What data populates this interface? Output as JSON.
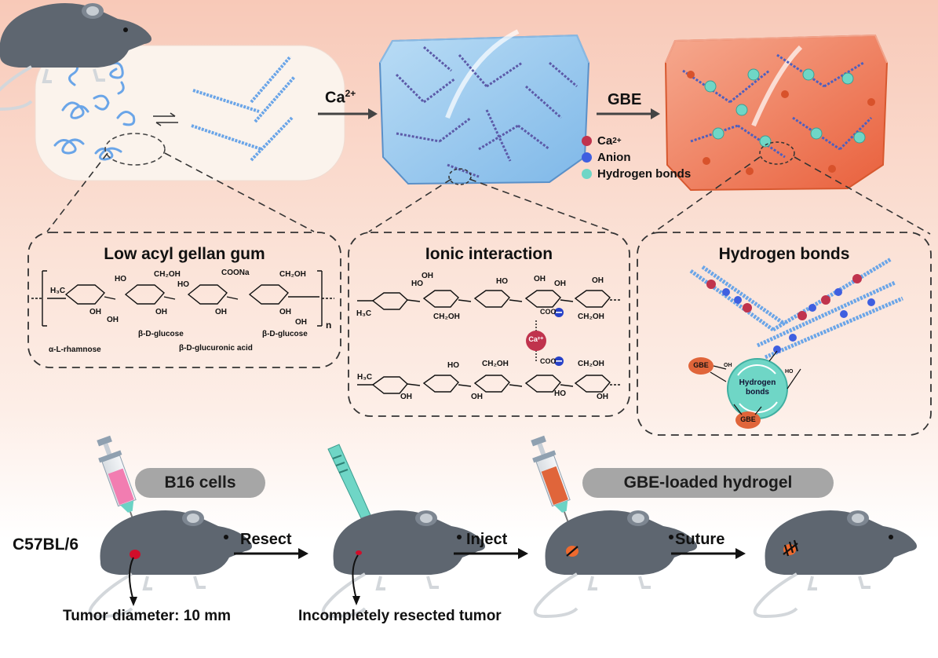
{
  "colors": {
    "ca": "#c0334d",
    "anion": "#3f5fe0",
    "hbond": "#6fd6c6",
    "gbe": "#e0653a",
    "mouse": "#5e6670",
    "pill": "#a6a6a6",
    "polymer": "#6aa5e8"
  },
  "top": {
    "arrow1_label": "Ca",
    "arrow1_sup": "2+",
    "arrow2_label": "GBE",
    "legend": [
      {
        "label": "Ca",
        "sup": "2+",
        "color": "#c0334d"
      },
      {
        "label": "Anion",
        "sup": "",
        "color": "#3f5fe0"
      },
      {
        "label": "Hydrogen bonds",
        "sup": "",
        "color": "#6fd6c6"
      }
    ]
  },
  "boxes": {
    "left": {
      "title": "Low acyl gellan gum",
      "chem": {
        "ch3": "H₃C",
        "ho1": "HO",
        "ch2oh1": "CH₂OH",
        "coona": "COONa",
        "ch2oh2": "CH₂OH",
        "ho2": "HO",
        "oh1": "OH",
        "oh2": "OH",
        "oh3": "OH",
        "oh4": "OH",
        "oh5": "OH",
        "oh6": "OH",
        "n": "n",
        "bglc1": "β-D-glucose",
        "bglc2": "β-D-glucose",
        "rham": "α-L-rhamnose",
        "bglcua": "β-D-glucuronic acid"
      }
    },
    "middle": {
      "title": "Ionic interaction",
      "ca_label": "Ca²⁺",
      "chem": {
        "oh_a": "OH",
        "ho_a": "HO",
        "oh_b": "OH",
        "ho_b": "HO",
        "oh_c": "OH",
        "oh_d": "OH",
        "h3c_a": "H₃C",
        "ch2oh_a": "CH₂OH",
        "ch2oh_b": "CH₂OH",
        "coo_a": "COO",
        "coo_b": "COO",
        "ho_c": "HO",
        "ch2oh_c": "CH₂OH",
        "ch2oh_d": "CH₂OH",
        "h3c_b": "H₃C",
        "oh_e": "OH",
        "oh_f": "OH",
        "ho_d": "HO",
        "oh_g": "OH"
      }
    },
    "right": {
      "title": "Hydrogen bonds",
      "center_line1": "Hydrogen",
      "center_line2": "bonds",
      "gbe_top": "GBE",
      "gbe_bottom": "GBE",
      "oh": "OH",
      "ho": "HO"
    }
  },
  "bottom": {
    "pill1": "B16 cells",
    "pill2": "GBE-loaded hydrogel",
    "strain": "C57BL/6",
    "step1": "Resect",
    "step2": "Inject",
    "step3": "Suture",
    "caption1": "Tumor diameter: 10 mm",
    "caption2": "Incompletely resected tumor"
  }
}
